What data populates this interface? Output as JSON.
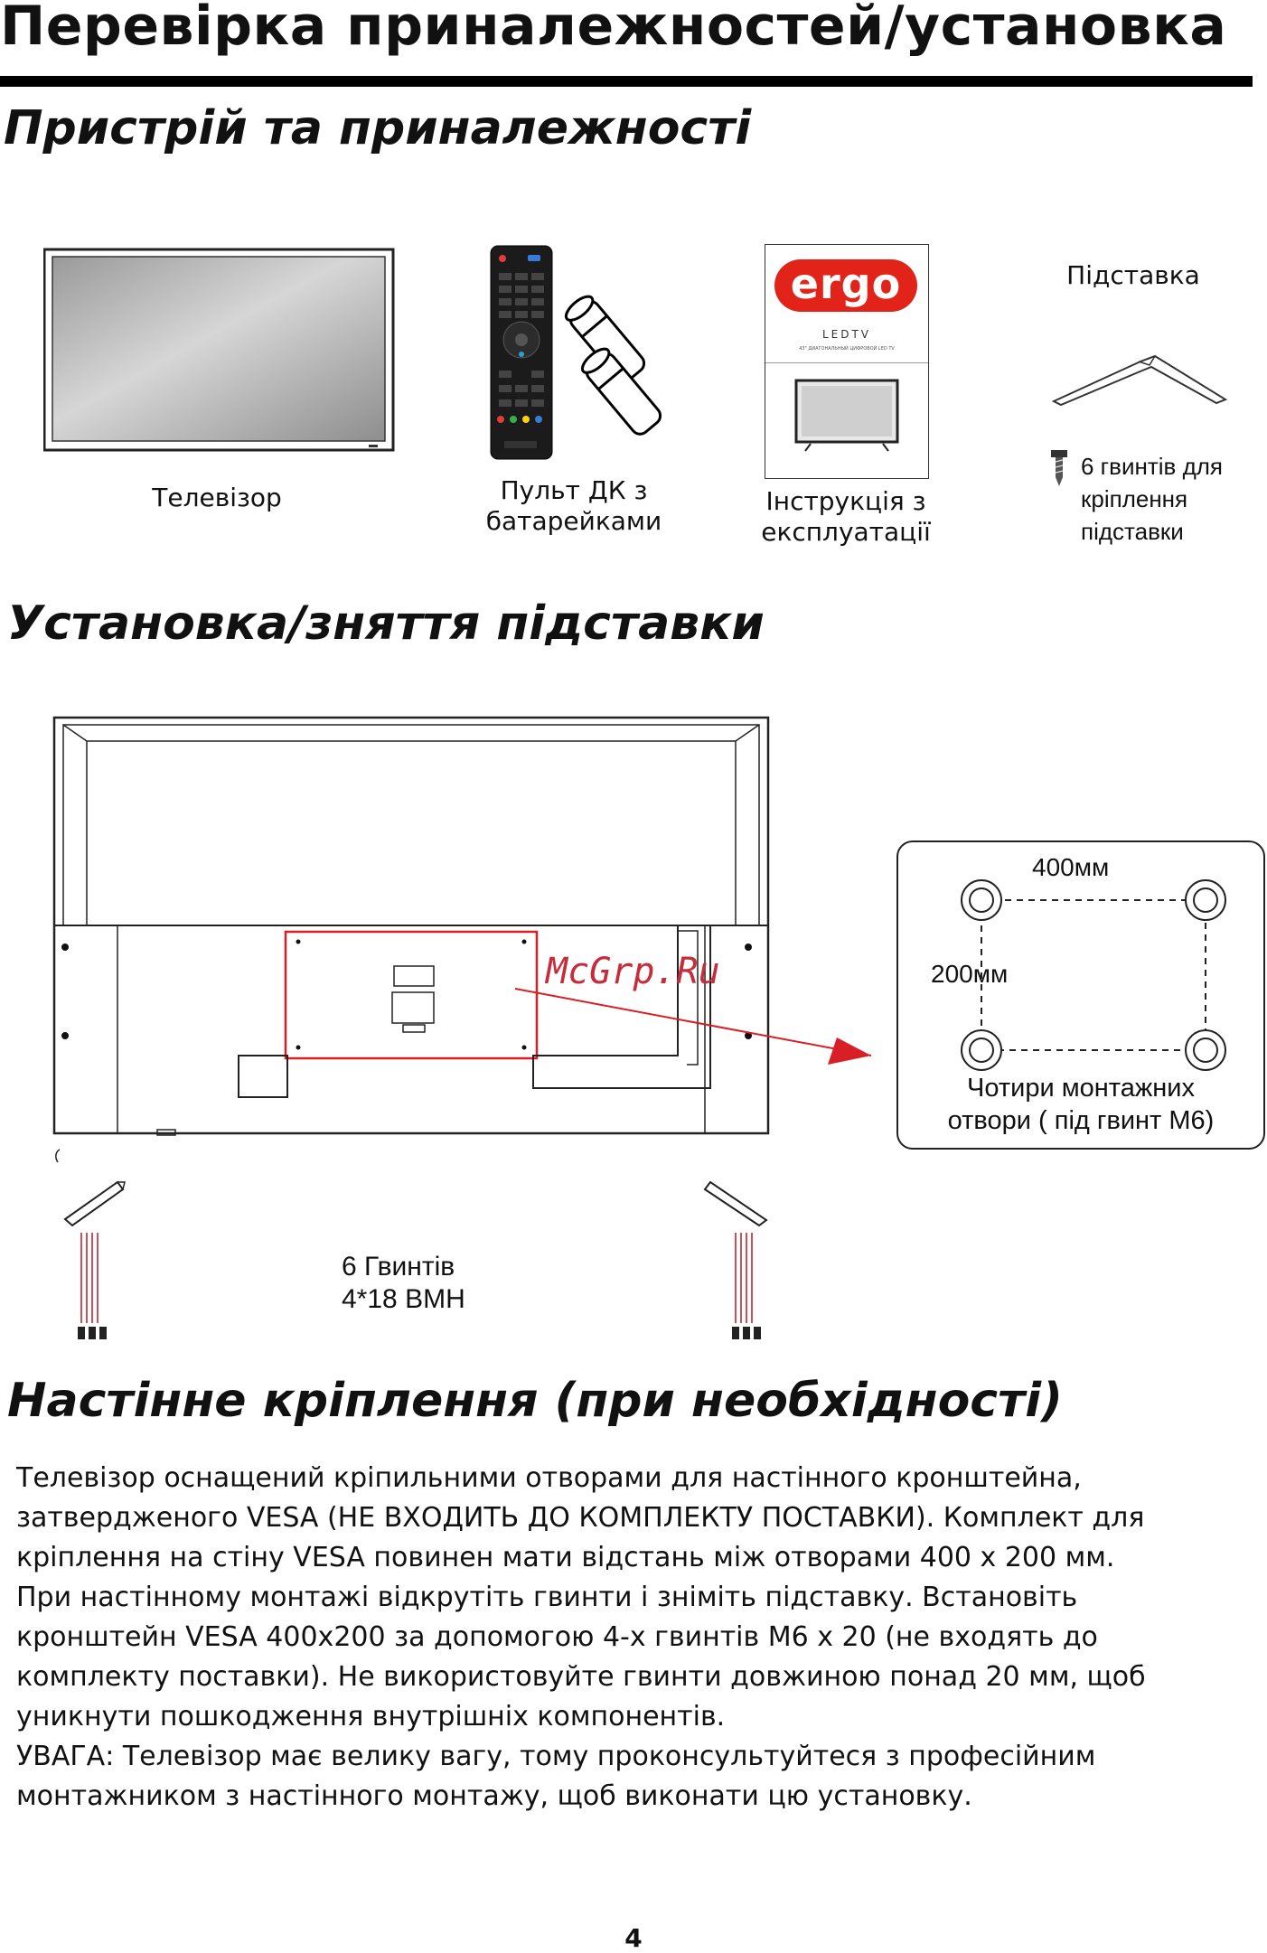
{
  "page_title": "Перевірка приналежностей/установка",
  "sections": {
    "accessories": "Пристрій та приналежності",
    "stand": "Установка/зняття підставки",
    "wall": "Настінне кріплення (при  необхідності)"
  },
  "accessories": {
    "tv": "Телевізор",
    "remote_line1": "Пульт ДК з",
    "remote_line2": "батарейками",
    "manual_line1": "Інструкція з",
    "manual_line2": "експлуатації",
    "stand_label": "Підставка",
    "screws_line1": "6 гвинтів для",
    "screws_line2": "кріплення",
    "screws_line3": "підставки",
    "manual_brand": "ergo",
    "manual_subtitle": "LEDTV",
    "manual_tagline": "43\" ДИАГОНАЛЬНЫЙ ЦИФРОВОЙ LED TV"
  },
  "stand_install": {
    "screws_line1": "6 Гвинтів",
    "screws_line2": "4*18 BMH",
    "mount_width": "400мм",
    "mount_height": "200мм",
    "mount_line1": "Чотири монтажних",
    "mount_line2": "отвори ( під гвинт M6)",
    "watermark": "McGrp.Ru"
  },
  "wall_mount_paragraphs": [
    "Телевізор оснащений кріпильними отворами для настінного кронштейна, затвердженого VESA (НЕ ВХОДИТЬ ДО КОМПЛЕКТУ ПОСТАВКИ). Комплект для кріплення на стіну VESA повинен мати відстань між отворами 400 х 200 мм.",
    "При настінному монтажі відкрутіть гвинти і зніміть підставку. Встановіть кронштейн VESA 400х200 за допомогою 4-х гвинтів M6 х 20 (не входять до комплекту поставки). Не використовуйте гвинти довжиною понад 20 мм, щоб уникнути пошкодження внутрішніх компонентів.",
    "УВАГА: Телевізор має велику вагу, тому проконсультуйтеся з професійним монтажником з настінного монтажу, щоб виконати цю установку."
  ],
  "page_number": "4",
  "colors": {
    "ergo_red": "#e2231a",
    "highlight_red": "#d81f26"
  }
}
